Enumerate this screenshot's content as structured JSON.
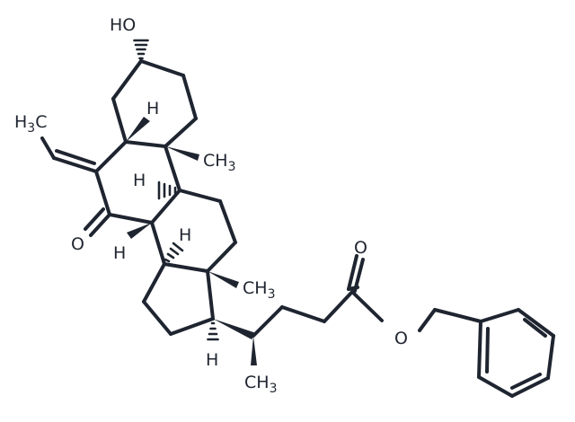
{
  "diagram": {
    "type": "chemical-structure",
    "atom_labels": {
      "hydroxyl": "HO",
      "ethylidene_methyl_h": "H",
      "ethylidene_methyl_sub": "3",
      "ethylidene_methyl_c": "C",
      "ketone_o": "O",
      "ester_carbonyl_o": "O",
      "ester_o": "O",
      "h_c5": "H",
      "h_c9": "H",
      "h_c8": "H",
      "h_c14": "H",
      "h_c17": "H",
      "methyl_c19_c": "CH",
      "methyl_c19_sub": "3",
      "methyl_c18_c": "CH",
      "methyl_c18_sub": "3",
      "methyl_c21_c": "CH",
      "methyl_c21_sub": "3"
    },
    "colors": {
      "bond": "#1f2530",
      "background": "#ffffff"
    }
  }
}
